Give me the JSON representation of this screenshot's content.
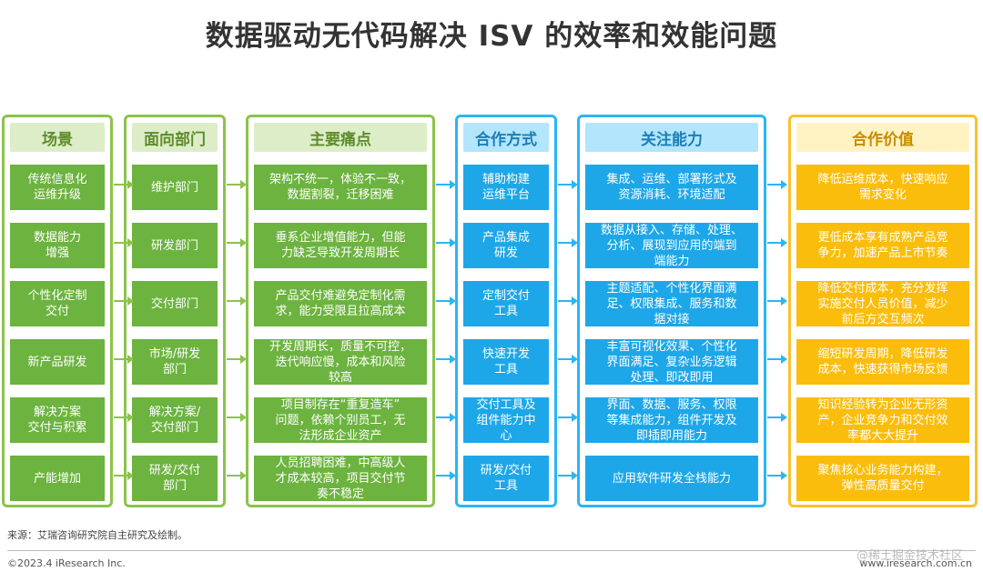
{
  "title": "数据驱动无代码解决 ISV 的效率和效能问题",
  "columns": [
    {
      "header": "场景",
      "items": [
        "传统信息化\n运维升级",
        "数据能力\n增强",
        "个性化定制\n交付",
        "新产品研发",
        "解决方案\n交付与积累",
        "产能增加"
      ]
    },
    {
      "header": "面向部门",
      "items": [
        "维护部门",
        "研发部门",
        "交付部门",
        "市场/研发\n部门",
        "解决方案/\n交付部门",
        "研发/交付\n部门"
      ]
    },
    {
      "header": "主要痛点",
      "items": [
        "架构不统一，体验不一致，\n数据割裂，迁移困难",
        "垂系企业增值能力，但能\n力缺乏导致开发周期长",
        "产品交付难避免定制化需\n求，能力受限且拉高成本",
        "开发周期长，质量不可控，\n迭代响应慢，成本和风险\n较高",
        "项目制存在“重复造车”\n问题，依赖个别员工，无\n法形成企业资产",
        "人员招聘困难，中高级人\n才成本较高，项目交付节\n奏不稳定"
      ]
    },
    {
      "header": "合作方式",
      "items": [
        "辅助构建\n运维平台",
        "产品集成\n研发",
        "定制交付\n工具",
        "快速开发\n工具",
        "交付工具及\n组件能力中\n心",
        "研发/交付\n工具"
      ]
    },
    {
      "header": "关注能力",
      "items": [
        "集成、运维、部署形式及\n资源消耗、环境适配",
        "数据从接入、存储、处理、\n分析、展现到应用的端到\n端能力",
        "主题适配、个性化界面满\n足、权限集成、服务和数\n据对接",
        "丰富可视化效果、个性化\n界面满足、复杂业务逻辑\n处理、即改即用",
        "界面、数据、服务、权限\n等集成能力，组件开发及\n即插即用能力",
        "应用软件研发全栈能力"
      ]
    },
    {
      "header": "合作价值",
      "items": [
        "降低运维成本，快速响应\n需求变化",
        "更低成本享有成熟产品竞\n争力，加速产品上市节奏",
        "降低交付成本，充分发挥\n实施交付人员价值，减少\n前后方交互频次",
        "缩短研发周期，降低研发\n成本，快速获得市场反馈",
        "知识经验转为企业无形资\n产，企业竞争力和交付效\n率都大大提升",
        "聚焦核心业务能力构建，\n弹性高质量交付"
      ]
    }
  ],
  "source": "来源：艾瑞咨询研究院自主研究及绘制。",
  "copyright": "©2023.4 iResearch Inc.",
  "website": "www.iresearch.com.cn",
  "watermark": "@稀土掘金技术社区"
}
